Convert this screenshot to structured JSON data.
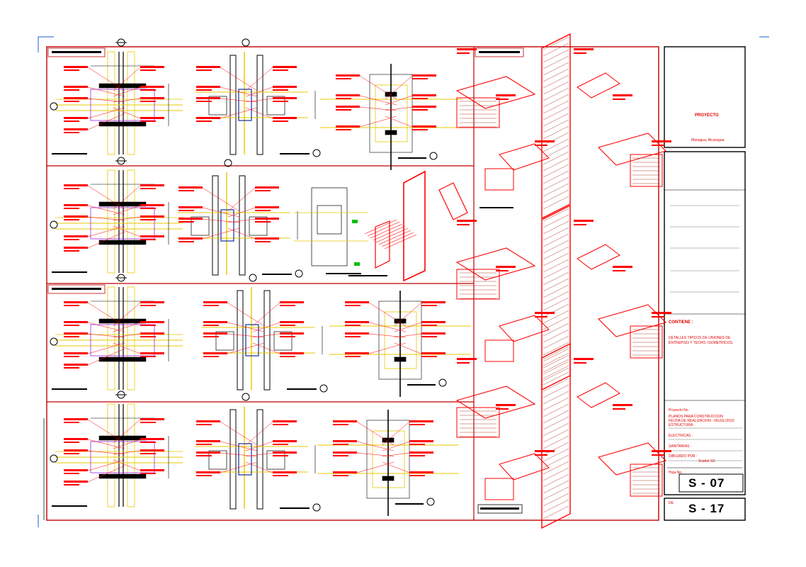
{
  "title_block": {
    "project_label": "PROYECTO",
    "location": "Managua, Nicaragua",
    "contents_label": "CONTIENE :",
    "contents_line1": "DETALLES TIPICOS DE UNIONES DE",
    "contents_line2": "ENTREPISO Y TECHO, ISOMETRICOS.",
    "project_no_label": "Proyecto No.",
    "plan_type": "PLANOS PARA CONSTRUCCION",
    "date_line": "FECHA DE REALIZACION - 05/JUL/2010",
    "structure_label": "ESTRUCTURA :",
    "electrical_label": "ELECTRICAS :",
    "sanitary_label": "SANITARIAS :",
    "drawn_by_label": "DIBUJADO POR :",
    "drawn_by": "Scarlet SS",
    "sheet_label": "Hoja No.",
    "sheet_no": "S - 07",
    "of_label": "DE",
    "total_sheets": "S - 17"
  },
  "colors": {
    "border": "#c00000",
    "annotation": "#ff0000",
    "member": "#e8c800",
    "column": "#000000",
    "dimension": "#000000",
    "plate": "#a020f0",
    "accent_green": "#00c000",
    "corner_mark": "#1a5fd0"
  }
}
